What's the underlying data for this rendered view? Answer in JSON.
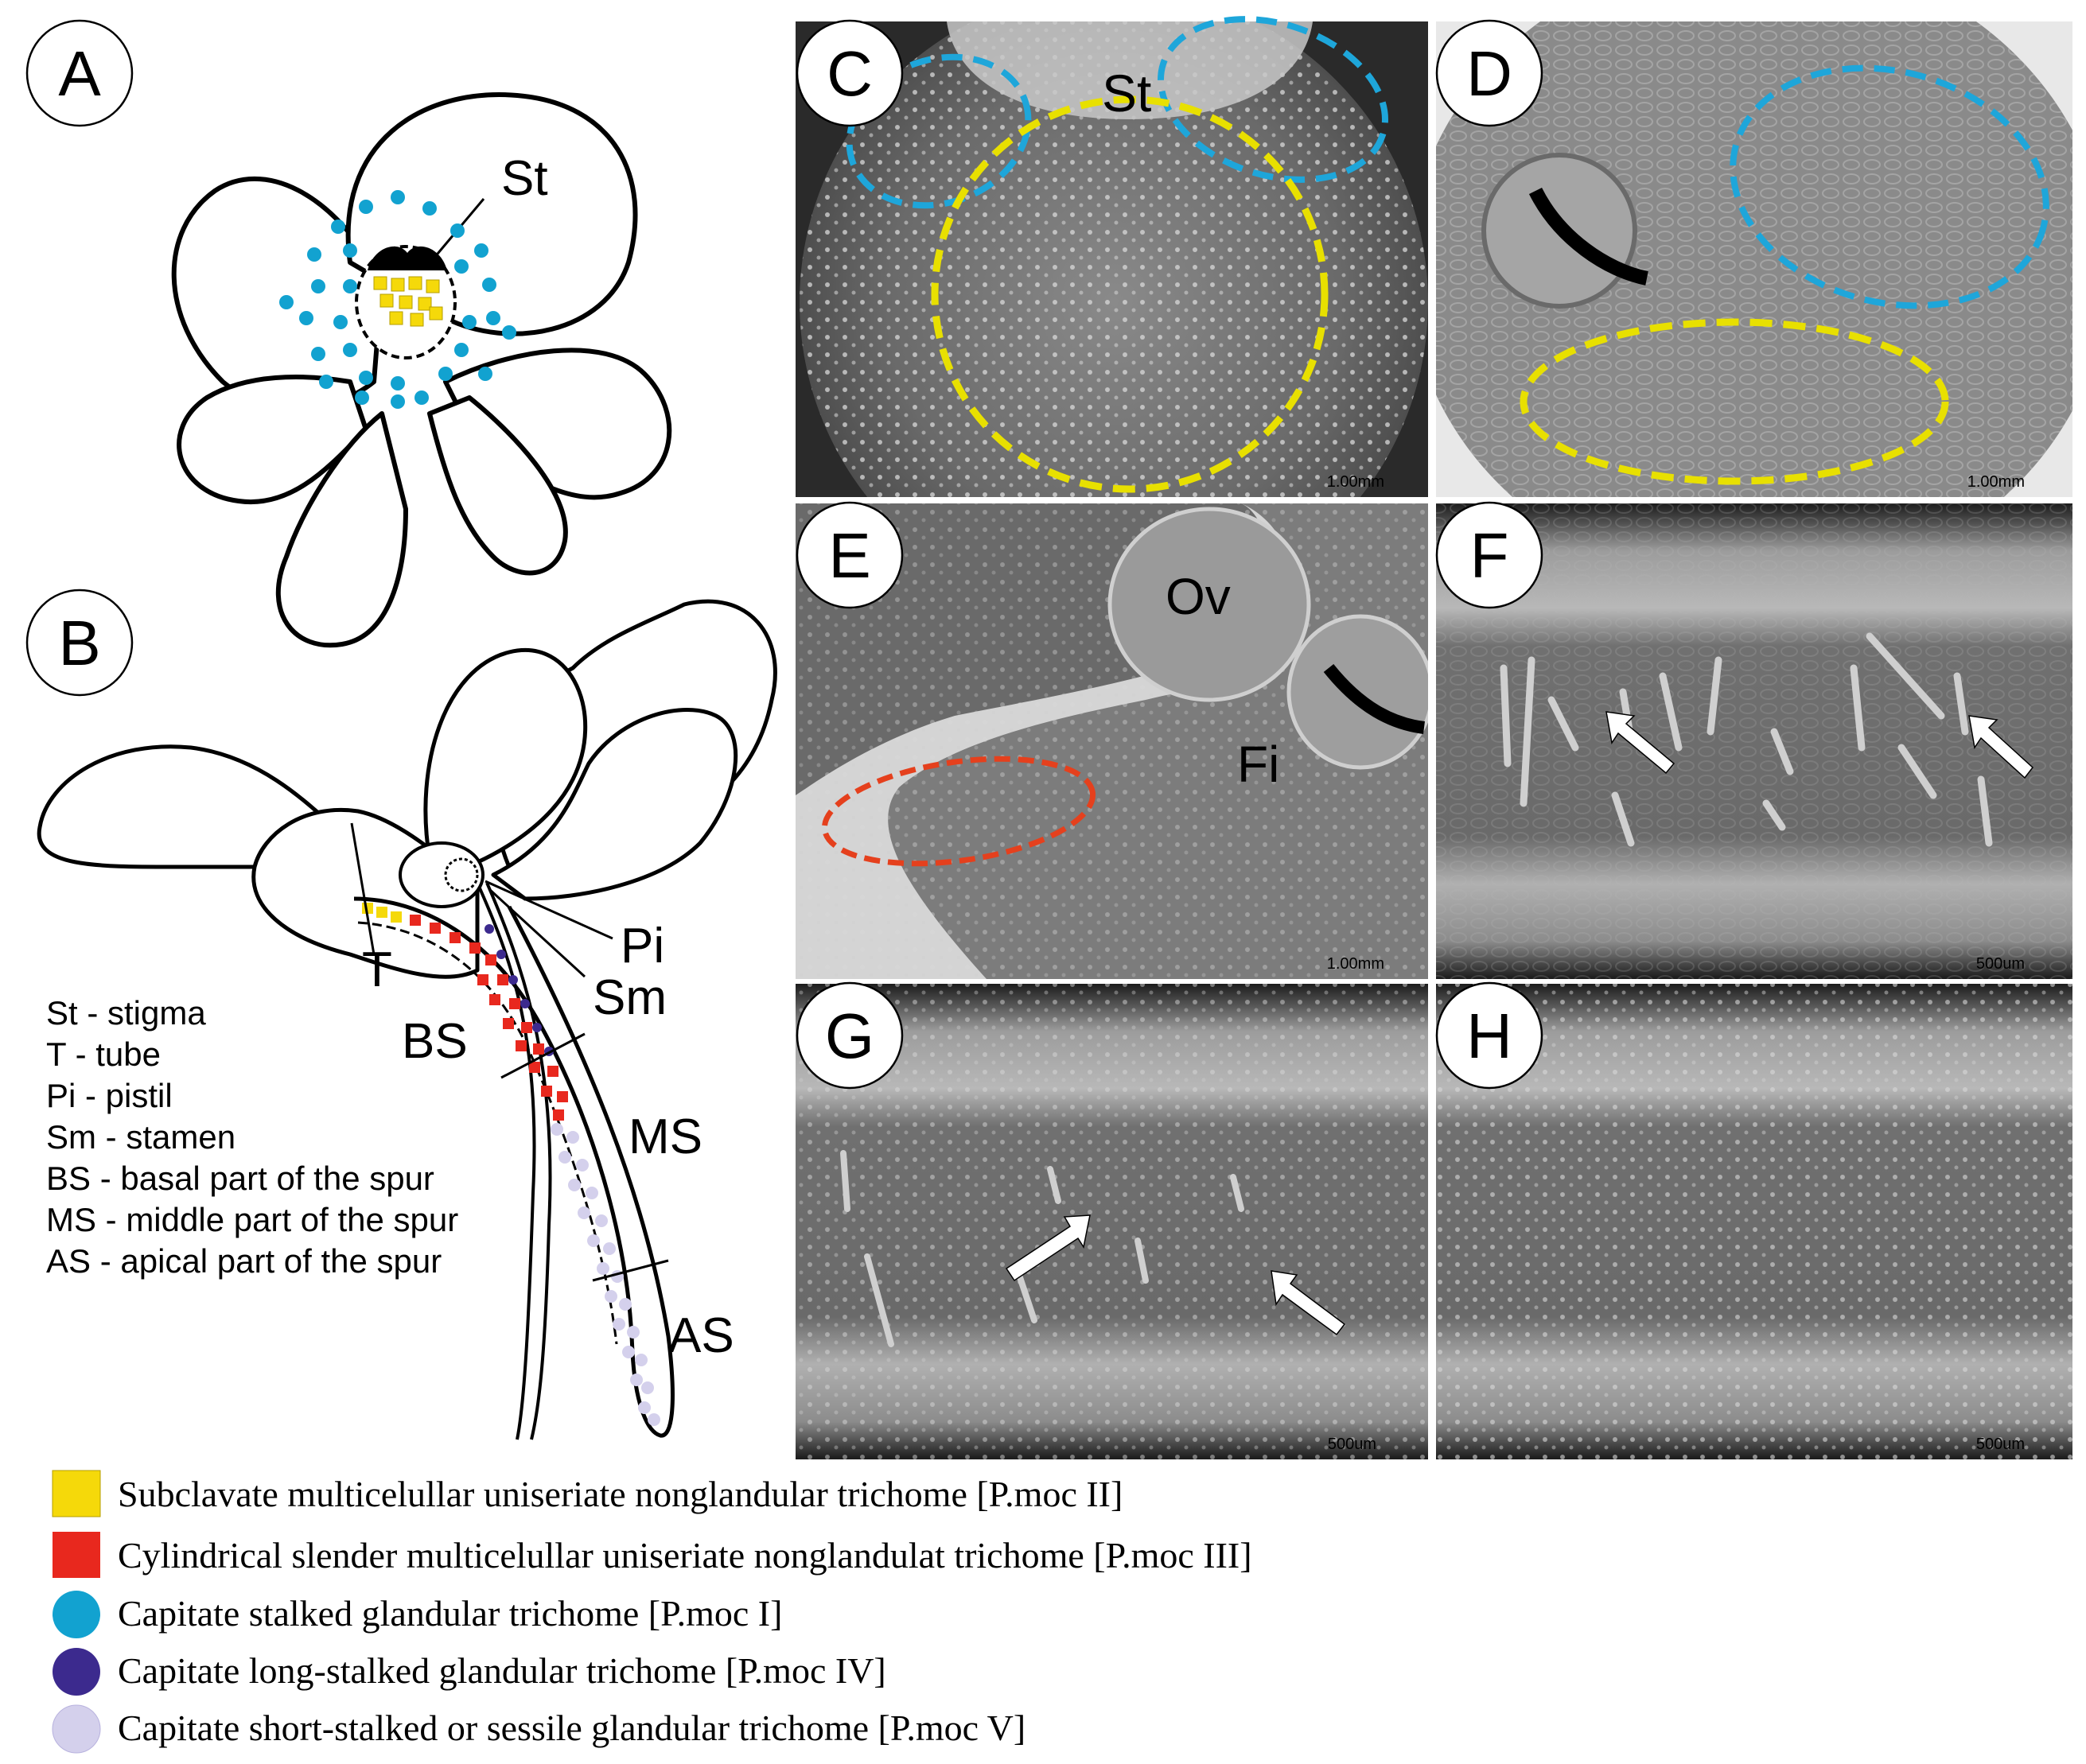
{
  "panels": {
    "A": {
      "letter": "A",
      "labels": {
        "st": "St"
      }
    },
    "B": {
      "letter": "B",
      "labels": {
        "t": "T",
        "bs": "BS",
        "ms": "MS",
        "as": "AS",
        "pi": "Pi",
        "sm": "Sm"
      }
    },
    "C": {
      "letter": "C",
      "labels": {
        "st": "St"
      },
      "scale": "1.00mm"
    },
    "D": {
      "letter": "D",
      "scale": "1.00mm"
    },
    "E": {
      "letter": "E",
      "labels": {
        "ov": "Ov",
        "fi": "Fi"
      },
      "scale": "1.00mm"
    },
    "F": {
      "letter": "F",
      "scale": "500um"
    },
    "G": {
      "letter": "G",
      "scale": "500um"
    },
    "H": {
      "letter": "H",
      "scale": "500um"
    }
  },
  "glossary": [
    "St - stigma",
    "T - tube",
    "Pi - pistil",
    "Sm - stamen",
    "BS - basal part of the spur",
    "MS - middle part of the spur",
    "AS - apical part of the spur"
  ],
  "legend": [
    {
      "label": "Subclavate multicelullar uniseriate nonglandular trichome [P.moc II]",
      "color": "#f5d90a",
      "shape": "square"
    },
    {
      "label": "Cylindrical slender multicelullar uniseriate nonglandulat trichome [P.moc III]",
      "color": "#e8281e",
      "shape": "square"
    },
    {
      "label": "Capitate stalked glandular trichome [P.moc I]",
      "color": "#12a2d0",
      "shape": "circle"
    },
    {
      "label": "Capitate long-stalked glandular trichome [P.moc IV]",
      "color": "#3c2a8e",
      "shape": "circle"
    },
    {
      "label": "Capitate short-stalked or sessile glandular trichome [P.moc V]",
      "color": "#d4d0ec",
      "shape": "circle"
    }
  ],
  "colors": {
    "outline_blue": "#1ea6da",
    "outline_yellow": "#e8e000",
    "outline_red": "#e5401d",
    "arrow": "#ffffff"
  }
}
